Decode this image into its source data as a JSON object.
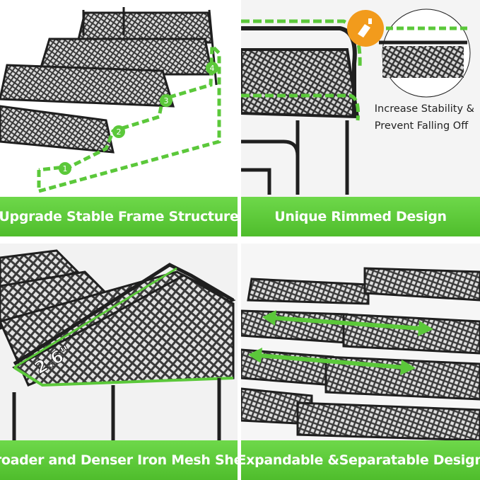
{
  "panels": [
    {
      "banner": "Upgrade Stable Frame Structure",
      "step_labels": [
        "1",
        "2",
        "3",
        "4"
      ]
    },
    {
      "banner": "Unique Rimmed Design",
      "note": [
        "Increase Stability &",
        "Prevent Falling Off"
      ]
    },
    {
      "banner": "Broader and Denser Iron Mesh Shelf",
      "measure": "2.6\""
    },
    {
      "banner": "Expandable &Separatable Design"
    }
  ],
  "colors": {
    "accent_green": "#5bc83a",
    "frame_black": "#1f1f1f",
    "badge_orange": "#f29b1c"
  },
  "icons": [
    "falling-bottle-icon",
    "expand-arrow-icon"
  ]
}
